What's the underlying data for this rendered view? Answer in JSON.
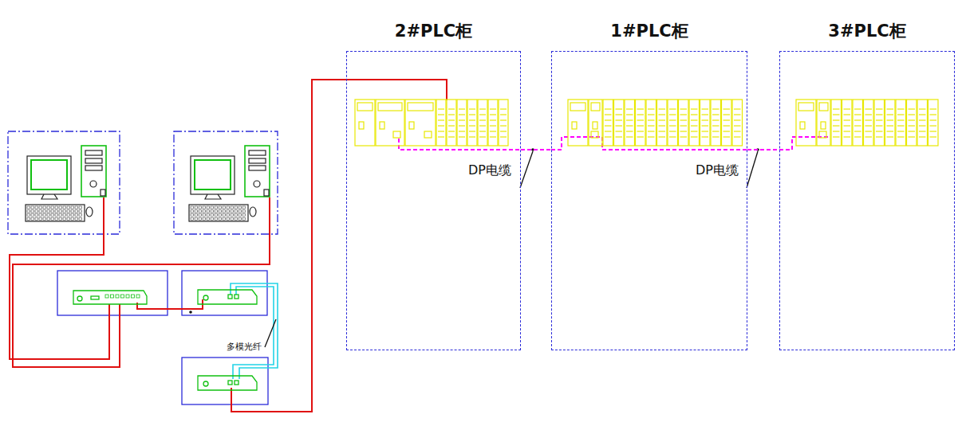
{
  "diagram": {
    "nodes": [
      {
        "text": [
          "2#PLC柜"
        ]
      },
      {
        "text": [
          "1#PLC柜"
        ]
      },
      {
        "text": [
          "3#PLC柜"
        ]
      }
    ],
    "edges": [
      {
        "from": 0,
        "to": 1,
        "arrow": "none"
      },
      {
        "from": 1,
        "to": 2,
        "arrow": "none"
      }
    ],
    "labels": [
      "DP电缆",
      "DP电缆",
      "多模光纤"
    ]
  }
}
